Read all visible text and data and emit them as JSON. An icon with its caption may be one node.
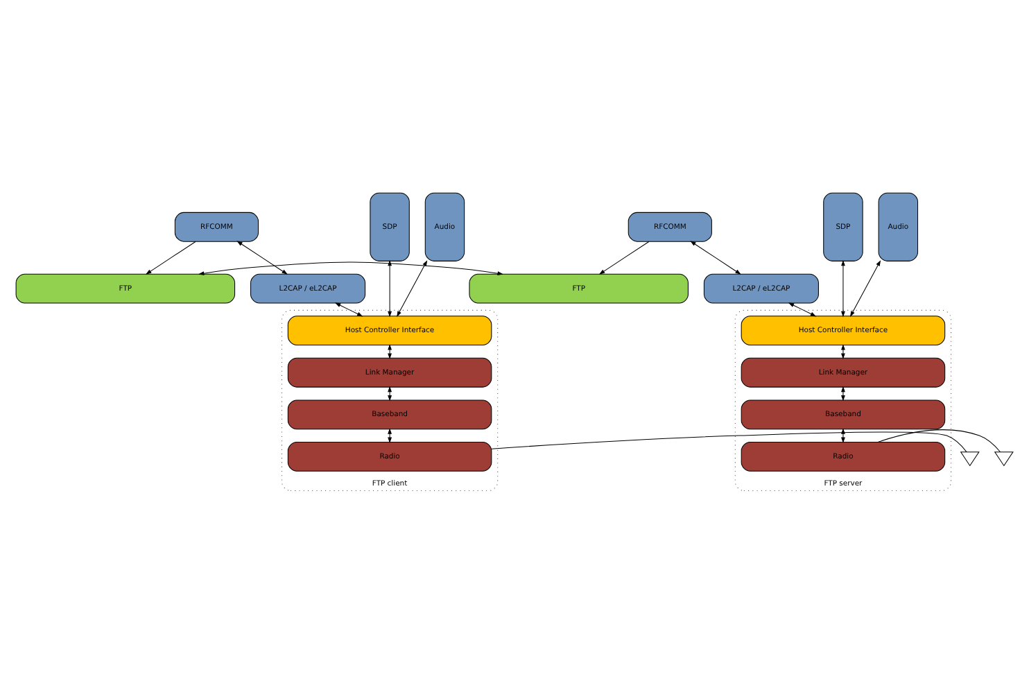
{
  "diagram": {
    "nodes": [
      {
        "text": [
          "FTP"
        ]
      },
      {
        "text": [
          "RFCOMM"
        ]
      },
      {
        "text": [
          "SDP"
        ]
      },
      {
        "text": [
          "Audio"
        ]
      },
      {
        "text": [
          "L2CAP / eL2CAP"
        ]
      },
      {
        "text": [
          "FTP client"
        ]
      },
      {
        "text": [
          "Host Controller Interface"
        ],
        "in": 5
      },
      {
        "text": [
          "Link Manager"
        ],
        "in": 5
      },
      {
        "text": [
          "Baseband"
        ],
        "in": 5
      },
      {
        "text": [
          "Radio"
        ],
        "in": 5
      },
      {
        "text": [],
        "shape": "antenna"
      },
      {
        "text": [
          "FTP"
        ]
      },
      {
        "text": [
          "RFCOMM"
        ]
      },
      {
        "text": [
          "SDP"
        ]
      },
      {
        "text": [
          "Audio"
        ]
      },
      {
        "text": [
          "L2CAP / eL2CAP"
        ]
      },
      {
        "text": [
          "FTP server"
        ]
      },
      {
        "text": [
          "Host Controller Interface"
        ],
        "in": 16
      },
      {
        "text": [
          "Link Manager"
        ],
        "in": 16
      },
      {
        "text": [
          "Baseband"
        ],
        "in": 16
      },
      {
        "text": [
          "Radio"
        ],
        "in": 16
      },
      {
        "text": [],
        "shape": "antenna"
      }
    ],
    "edges": [
      {
        "from": 0,
        "to": 11,
        "arrow": "both"
      },
      {
        "from": 1,
        "to": 0,
        "arrow": "to"
      },
      {
        "from": 1,
        "to": 4,
        "arrow": "both"
      },
      {
        "from": 4,
        "to": 6,
        "arrow": "both"
      },
      {
        "from": 2,
        "to": 6,
        "arrow": "both"
      },
      {
        "from": 3,
        "to": 6,
        "arrow": "both"
      },
      {
        "from": 6,
        "to": 7,
        "arrow": "both"
      },
      {
        "from": 7,
        "to": 8,
        "arrow": "both"
      },
      {
        "from": 8,
        "to": 9,
        "arrow": "both"
      },
      {
        "from": 9,
        "to": 10,
        "arrow": "none"
      },
      {
        "from": 12,
        "to": 11,
        "arrow": "to"
      },
      {
        "from": 12,
        "to": 15,
        "arrow": "both"
      },
      {
        "from": 15,
        "to": 17,
        "arrow": "both"
      },
      {
        "from": 13,
        "to": 17,
        "arrow": "both"
      },
      {
        "from": 14,
        "to": 17,
        "arrow": "both"
      },
      {
        "from": 17,
        "to": 18,
        "arrow": "both"
      },
      {
        "from": 18,
        "to": 19,
        "arrow": "both"
      },
      {
        "from": 19,
        "to": 20,
        "arrow": "both"
      },
      {
        "from": 20,
        "to": 21,
        "arrow": "none"
      }
    ]
  }
}
